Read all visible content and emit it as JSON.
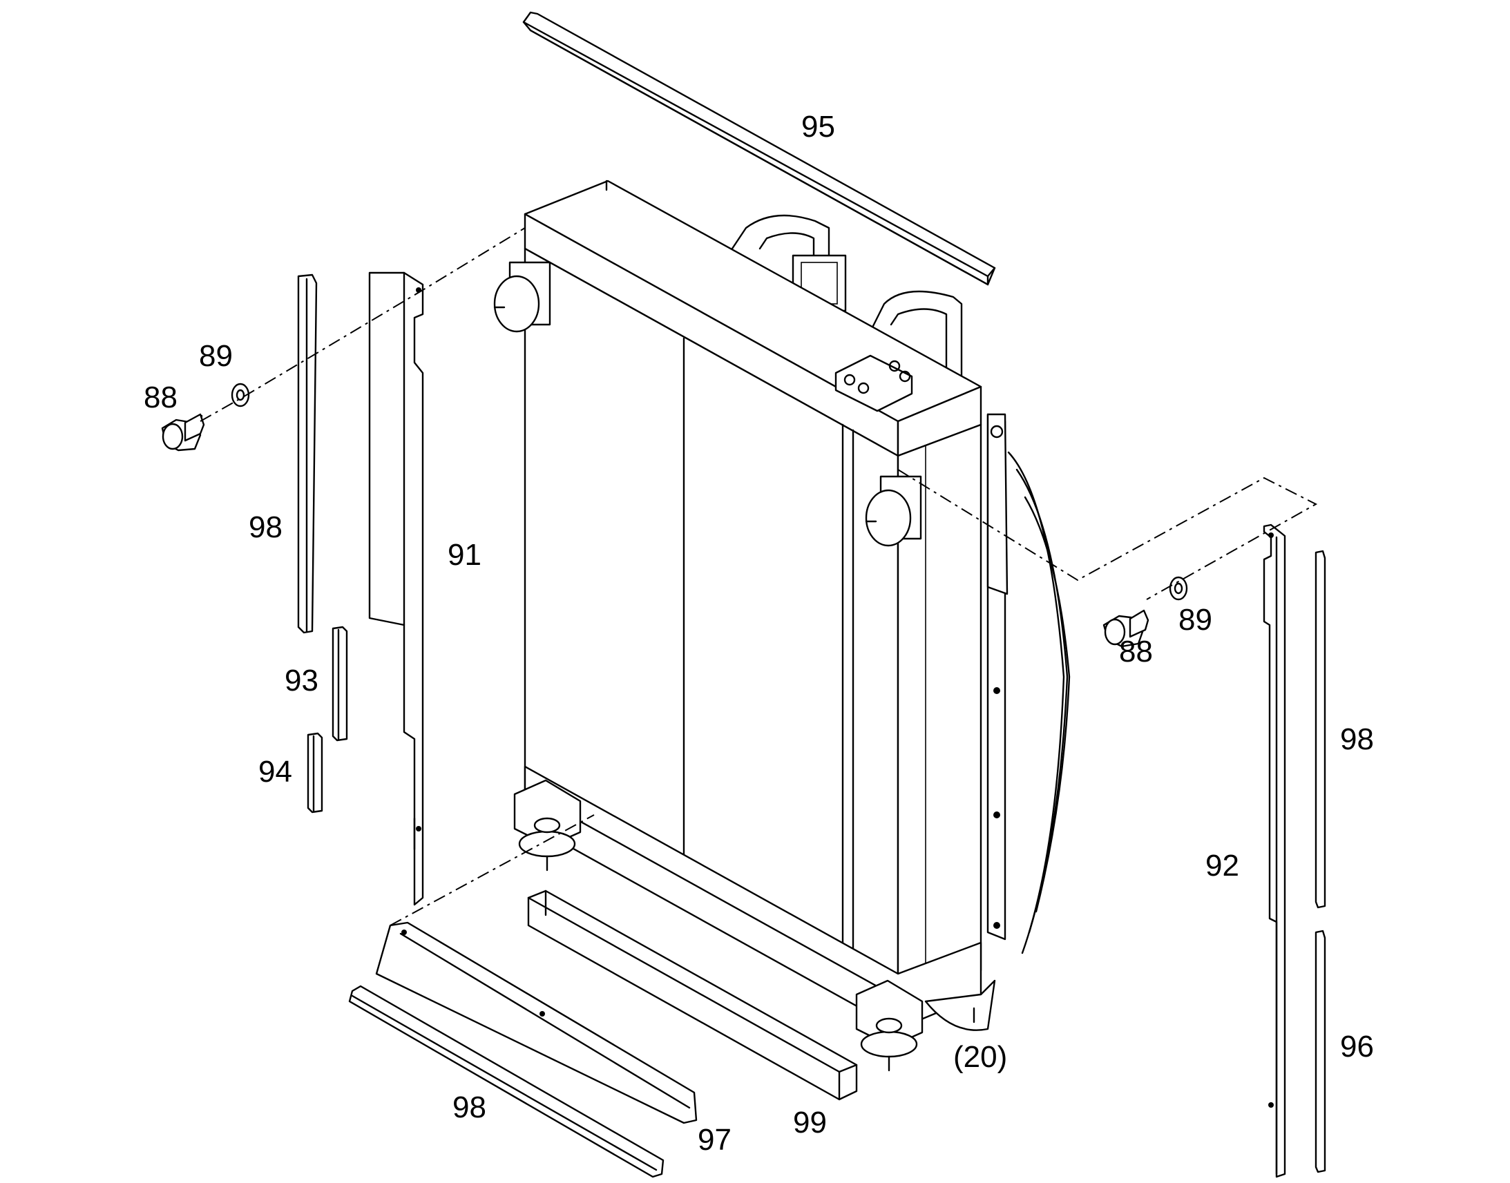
{
  "diagram": {
    "callouts": {
      "c95": "95",
      "c89_left": "89",
      "c88_left": "88",
      "c98_left": "98",
      "c91": "91",
      "c93": "93",
      "c94": "94",
      "c89_right": "89",
      "c88_right": "88",
      "c98_right": "98",
      "c92": "92",
      "c96": "96",
      "c20": "(20)",
      "c98_bottom": "98",
      "c97": "97",
      "c99": "99"
    }
  }
}
